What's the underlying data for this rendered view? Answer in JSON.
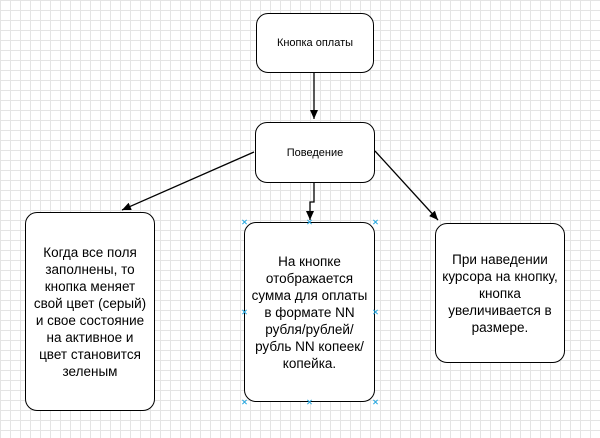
{
  "nodes": {
    "payment_button": "Кнопка оплаты",
    "behavior": "Поведение",
    "fields_filled": "Когда все поля\nзаполнены, то\nкнопка меняет\nсвой цвет (серый)\nи свое состояние\nна активное и\nцвет становится\nзеленым",
    "amount_display": "На кнопке\nотображается\nсумма для оплаты\nв формате NN\nрубля/рублей/\nрубль NN копеек/\nкопейка.",
    "hover": "При наведении\nкурсора на кнопку,\nкнопка\nувеличивается в\nразмере."
  },
  "colors": {
    "grid": "#e4e4e4",
    "stroke": "#000000",
    "selection_handle": "#29a8e0"
  }
}
